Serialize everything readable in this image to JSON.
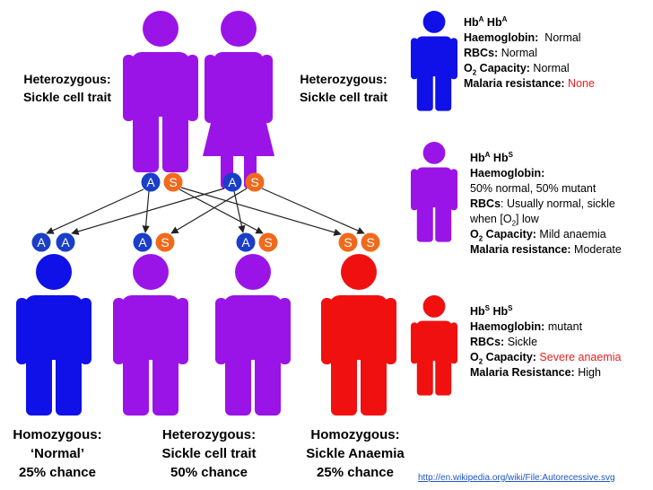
{
  "colors": {
    "normal": "#1010e8",
    "carrier": "#9a14e8",
    "disease": "#f01010",
    "allele_a": "#1a3ec8",
    "allele_s": "#f06a1c",
    "accent_red": "#e8201e",
    "link": "#1f55c4"
  },
  "parents": {
    "left_label": [
      "Heterozygous:",
      "Sickle cell trait"
    ],
    "right_label": [
      "Heterozygous:",
      "Sickle cell trait"
    ],
    "father_alleles": [
      "A",
      "S"
    ],
    "mother_alleles": [
      "A",
      "S"
    ],
    "father_icon": "male-figure-icon",
    "mother_icon": "female-figure-icon"
  },
  "children": [
    {
      "alleles": [
        "A",
        "A"
      ],
      "type": "normal"
    },
    {
      "alleles": [
        "A",
        "S"
      ],
      "type": "carrier"
    },
    {
      "alleles": [
        "A",
        "S"
      ],
      "type": "carrier"
    },
    {
      "alleles": [
        "S",
        "S"
      ],
      "type": "disease"
    }
  ],
  "outcomes": [
    {
      "lines": [
        "Homozygous:",
        "‘Normal’",
        "25% chance"
      ]
    },
    {
      "lines": [
        "Heterozygous:",
        "Sickle cell trait",
        "50% chance"
      ]
    },
    {
      "lines": [
        "Homozygous:",
        "Sickle Anaemia",
        "25% chance"
      ]
    }
  ],
  "legend": {
    "aa": {
      "genotype": {
        "a": "Hb",
        "a_sup": "A",
        "b": " Hb",
        "b_sup": "A"
      },
      "haemoglobin_label": "Haemoglobin:",
      "haemoglobin_value": "Normal",
      "rbcs_label": "RBCs:",
      "rbcs_value": "Normal",
      "o2_label_a": "O",
      "o2_sub": "2",
      "o2_label_b": " Capacity:",
      "o2_value": "Normal",
      "malaria_label": "Malaria resistance:",
      "malaria_value": "None"
    },
    "as": {
      "genotype": {
        "a": "Hb",
        "a_sup": "A",
        "b": " Hb",
        "b_sup": "S"
      },
      "haemoglobin_label": "Haemoglobin:",
      "haemoglobin_value": "50% normal, 50% mutant",
      "rbcs_label": "RBCs",
      "rbcs_value": ": Usually normal, sickle",
      "rbcs_value2_a": "when [O",
      "rbcs_value2_sub": "2",
      "rbcs_value2_b": "] low",
      "o2_label_a": "O",
      "o2_sub": "2",
      "o2_label_b": " Capacity:",
      "o2_value": "Mild anaemia",
      "malaria_label": "Malaria resistance:",
      "malaria_value": "Moderate"
    },
    "ss": {
      "genotype": {
        "a": "Hb",
        "a_sup": "S",
        "b": " Hb",
        "b_sup": "S"
      },
      "haemoglobin_label": "Haemoglobin:",
      "haemoglobin_value": "mutant",
      "rbcs_label": "RBCs:",
      "rbcs_value": "Sickle",
      "o2_label_a": "O",
      "o2_sub": "2",
      "o2_label_b": " Capacity:",
      "o2_value": "Severe anaemia",
      "malaria_label": "Malaria Resistance:",
      "malaria_value": "High"
    }
  },
  "source_link": "http://en.wikipedia.org/wiki/File:Autorecessive.svg"
}
